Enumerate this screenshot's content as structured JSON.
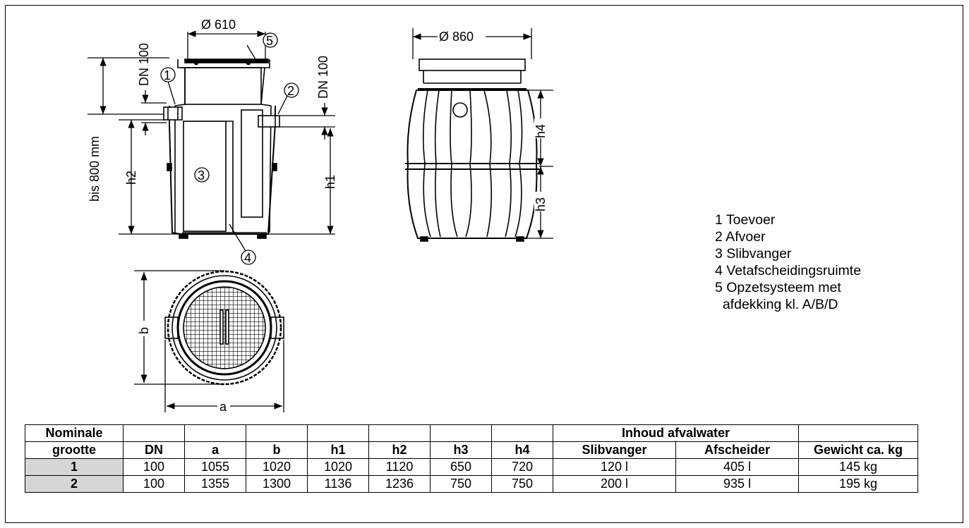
{
  "drawing": {
    "dim_d610": "Ø 610",
    "dim_d860": "Ø 860",
    "dim_dn100_inlet": "DN 100",
    "dim_dn100_outlet": "DN 100",
    "dim_bis800": "bis 800 mm",
    "dim_h1": "h1",
    "dim_h2": "h2",
    "dim_h3": "h3",
    "dim_h4": "h4",
    "dim_a": "a",
    "dim_b": "b",
    "callouts": [
      "1",
      "2",
      "3",
      "4",
      "5"
    ]
  },
  "legend": [
    "1 Toevoer",
    "2 Afvoer",
    "3 Slibvanger",
    "4 Vetafscheidingsruimte",
    "5 Opzetsysteem met",
    "  afdekking kl. A/B/D"
  ],
  "table": {
    "row1": [
      "Nominale",
      "",
      "",
      "",
      "",
      "",
      "",
      "",
      "Inhoud afvalwater",
      ""
    ],
    "row2": [
      "grootte",
      "DN",
      "a",
      "b",
      "h1",
      "h2",
      "h3",
      "h4",
      "Slibvanger",
      "Afscheider",
      "Gewicht ca. kg"
    ],
    "rows": [
      [
        "1",
        "100",
        "1055",
        "1020",
        "1020",
        "1120",
        "650",
        "720",
        "120 l",
        "405 l",
        "145 kg"
      ],
      [
        "2",
        "100",
        "1355",
        "1300",
        "1136",
        "1236",
        "750",
        "750",
        "200 l",
        "935 l",
        "195 kg"
      ]
    ]
  }
}
